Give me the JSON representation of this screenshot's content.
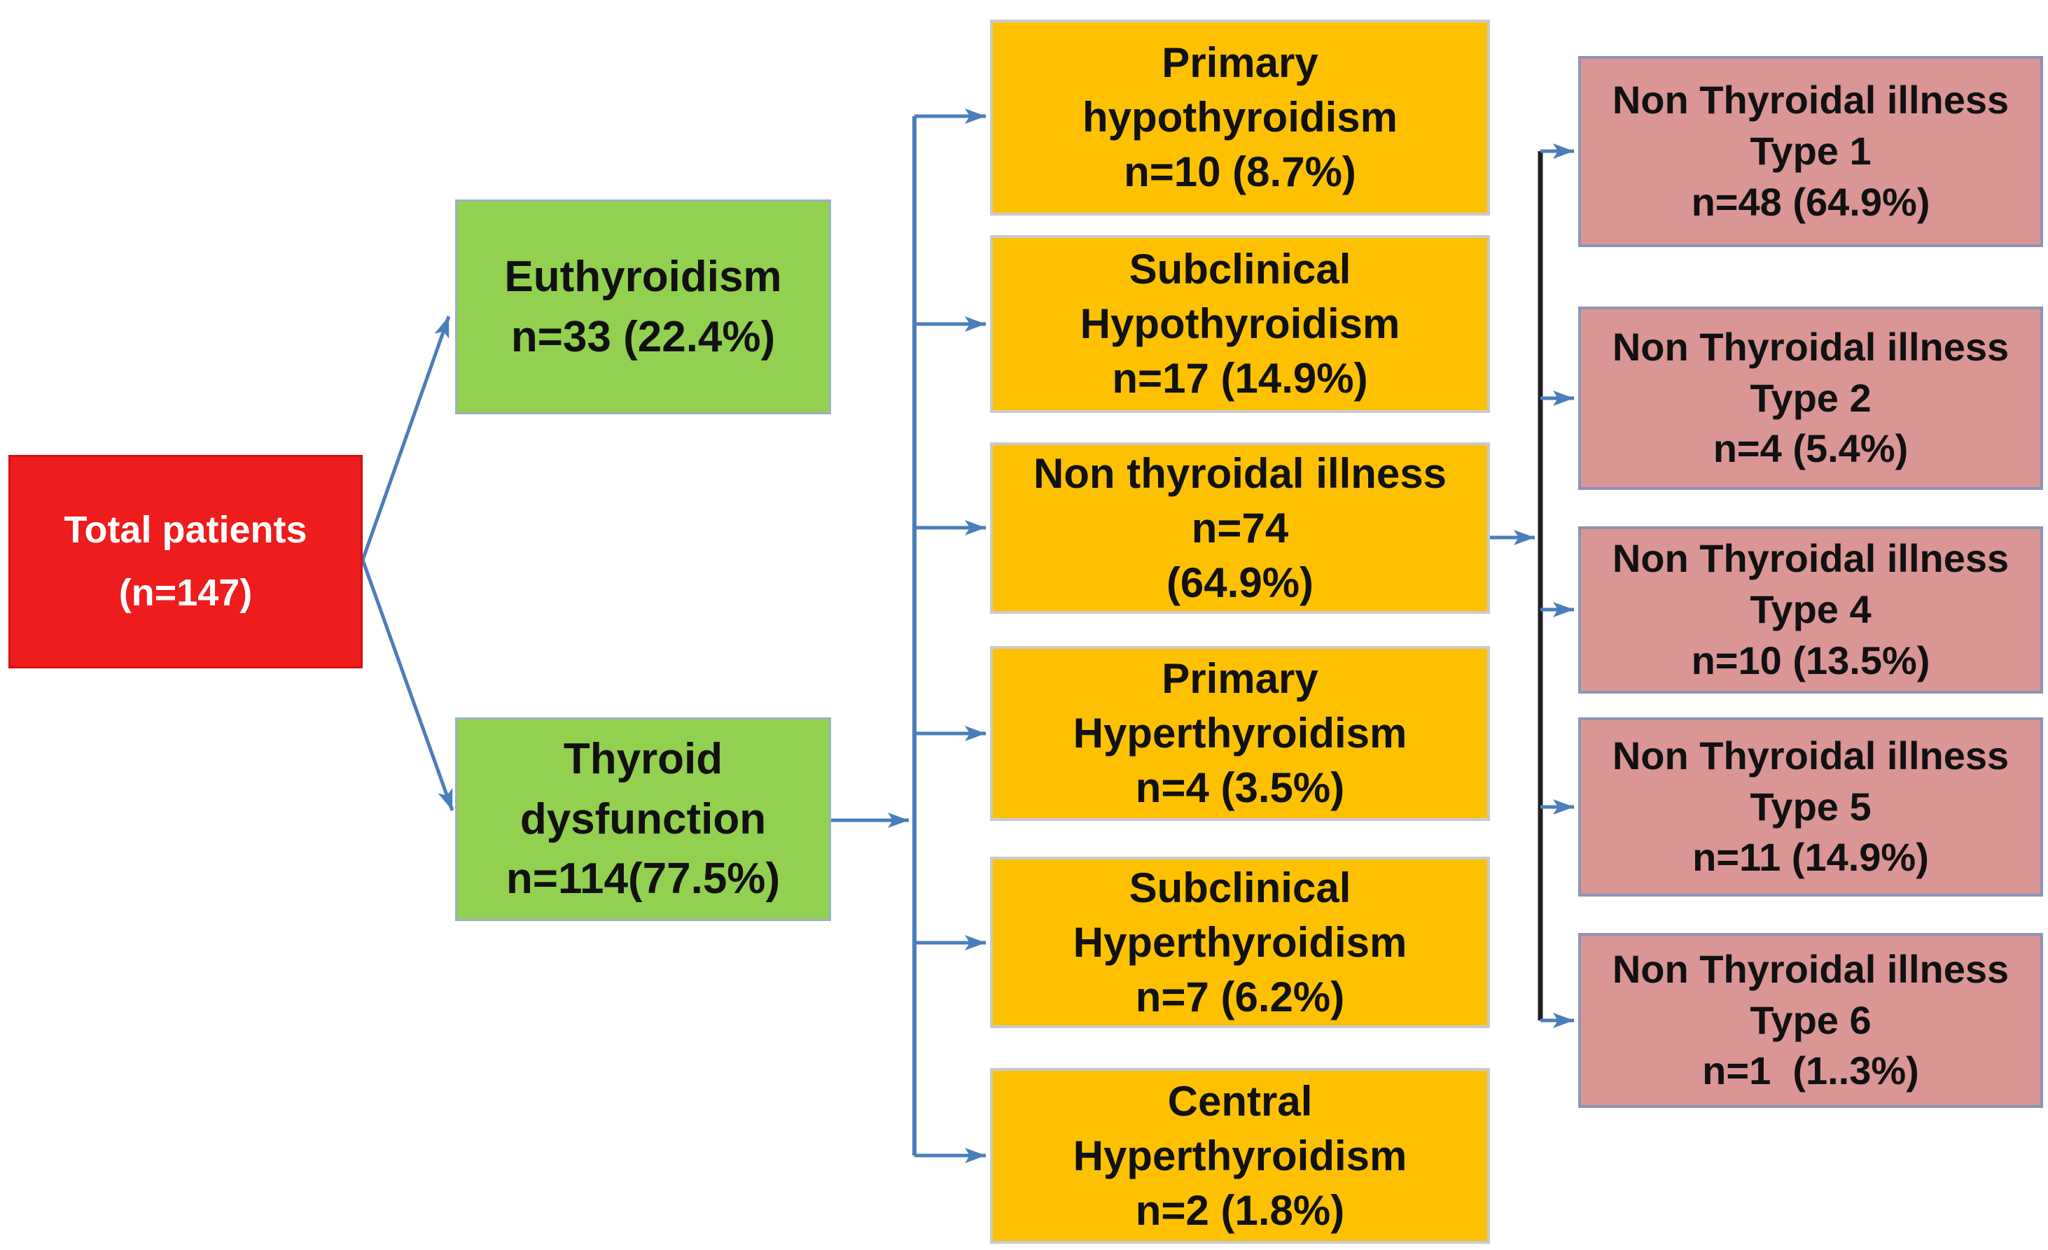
{
  "title": "Thyroid status flowchart",
  "colors": {
    "root_red": "#ee1c1c",
    "level2_green": "#92d050",
    "level3_orange": "#fdc101",
    "level4_pink": "#d99694",
    "arrow_blue": "#4a7ebb",
    "spine_black": "#1f1f1f",
    "text_dark": "#111111",
    "text_light": "#ffffff"
  },
  "boxes": {
    "total": {
      "lines": [
        "Total patients",
        "(n=147)"
      ]
    },
    "euthyroidism": {
      "lines": [
        "Euthyroidism",
        "n=33 (22.4%)"
      ]
    },
    "thyroid_dysfunction": {
      "lines": [
        "Thyroid",
        "dysfunction",
        "n=114(77.5%)"
      ]
    },
    "primary_hypothyroidism": {
      "lines": [
        "Primary",
        "hypothyroidism",
        "n=10 (8.7%)"
      ]
    },
    "subclinical_hypothyroidism": {
      "lines": [
        "Subclinical",
        "Hypothyroidism",
        "n=17 (14.9%)"
      ]
    },
    "non_thyroidal_illness": {
      "lines": [
        "Non thyroidal illness",
        "n=74",
        "(64.9%)"
      ]
    },
    "primary_hyperthyroidism": {
      "lines": [
        "Primary",
        "Hyperthyroidism",
        "n=4 (3.5%)"
      ]
    },
    "subclinical_hyperthyroidism": {
      "lines": [
        "Subclinical",
        "Hyperthyroidism",
        "n=7 (6.2%)"
      ]
    },
    "central_hyperthyroidism": {
      "lines": [
        "Central",
        "Hyperthyroidism",
        "n=2 (1.8%)"
      ]
    },
    "nti_type_1": {
      "lines": [
        "Non Thyroidal illness",
        "Type 1",
        "n=48 (64.9%)"
      ]
    },
    "nti_type_2": {
      "lines": [
        "Non Thyroidal illness",
        "Type 2",
        "n=4 (5.4%)"
      ]
    },
    "nti_type_4": {
      "lines": [
        "Non Thyroidal illness",
        "Type 4",
        "n=10 (13.5%)"
      ]
    },
    "nti_type_5": {
      "lines": [
        "Non Thyroidal illness",
        "Type 5",
        "n=11 (14.9%)"
      ]
    },
    "nti_type_6": {
      "lines": [
        "Non Thyroidal illness",
        "Type 6",
        "n=1  (1..3%)"
      ]
    }
  },
  "edges": [
    {
      "from": "total",
      "to": "euthyroidism"
    },
    {
      "from": "total",
      "to": "thyroid_dysfunction"
    },
    {
      "from": "thyroid_dysfunction",
      "to": "primary_hypothyroidism"
    },
    {
      "from": "thyroid_dysfunction",
      "to": "subclinical_hypothyroidism"
    },
    {
      "from": "thyroid_dysfunction",
      "to": "non_thyroidal_illness"
    },
    {
      "from": "thyroid_dysfunction",
      "to": "primary_hyperthyroidism"
    },
    {
      "from": "thyroid_dysfunction",
      "to": "subclinical_hyperthyroidism"
    },
    {
      "from": "thyroid_dysfunction",
      "to": "central_hyperthyroidism"
    },
    {
      "from": "non_thyroidal_illness",
      "to": "nti_type_1"
    },
    {
      "from": "non_thyroidal_illness",
      "to": "nti_type_2"
    },
    {
      "from": "non_thyroidal_illness",
      "to": "nti_type_4"
    },
    {
      "from": "non_thyroidal_illness",
      "to": "nti_type_5"
    },
    {
      "from": "non_thyroidal_illness",
      "to": "nti_type_6"
    }
  ]
}
